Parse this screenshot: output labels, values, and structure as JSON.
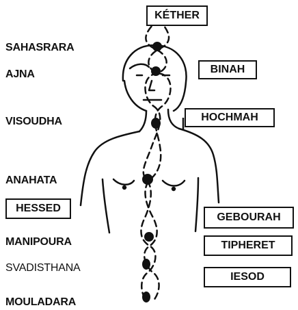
{
  "chakras": {
    "sahasrara": "SAHASRARA",
    "ajna": "AJNA",
    "visoudha": "VISOUDHA",
    "anahata": "ANAHATA",
    "manipoura": "MANIPOURA",
    "svadisthana": "SVADISTHANA",
    "mouladara": "MOULADARA"
  },
  "sephiroth": {
    "kether": "KÉTHER",
    "binah": "BINAH",
    "hochmah": "HOCHMAH",
    "hessed": "HESSED",
    "gebourah": "GEBOURAH",
    "tipheret": "TIPHERET",
    "iesod": "IESOD"
  },
  "colors": {
    "ink": "#111111",
    "background": "#ffffff"
  }
}
